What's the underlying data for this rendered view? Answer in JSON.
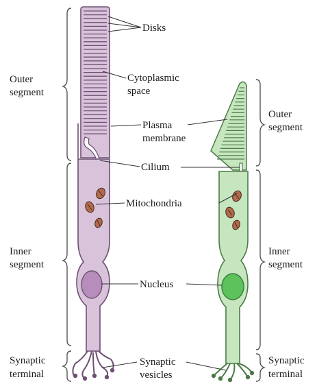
{
  "labels": {
    "outer_segment_left": [
      "Outer",
      "segment"
    ],
    "inner_segment_left": [
      "Inner",
      "segment"
    ],
    "synaptic_terminal_left": [
      "Synaptic",
      "terminal"
    ],
    "outer_segment_right": [
      "Outer",
      "segment"
    ],
    "inner_segment_right": [
      "Inner",
      "segment"
    ],
    "synaptic_terminal_right": [
      "Synaptic",
      "terminal"
    ],
    "disks": "Disks",
    "cytoplasmic_space": [
      "Cytoplasmic",
      "space"
    ],
    "plasma_membrane": [
      "Plasma",
      "membrane"
    ],
    "cilium": "Cilium",
    "mitochondria": "Mitochondria",
    "nucleus": "Nucleus",
    "synaptic_vesicles": [
      "Synaptic",
      "vesicles"
    ]
  },
  "colors": {
    "rod_fill": "#d9c3db",
    "rod_stroke": "#6e4f73",
    "rod_nucleus": "#b78dbb",
    "cone_fill": "#c6e6bf",
    "cone_stroke": "#4d7a47",
    "cone_nucleus": "#5cc25c",
    "mitochondria": "#b06a4e",
    "leader": "#333333",
    "brace": "#555555"
  }
}
